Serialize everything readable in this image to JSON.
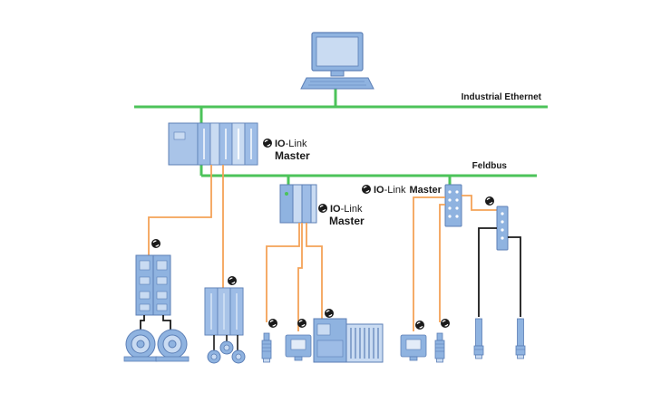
{
  "networks": {
    "ethernet_label": "Industrial Ethernet",
    "fieldbus_label": "Feldbus"
  },
  "io_link": {
    "brand_bold": "IO",
    "brand_rest": "-Link",
    "master_word": "Master"
  },
  "colors": {
    "ethernet_line": "#4cc35a",
    "io_link_cable": "#f4a257",
    "sensor_cable": "#1a1a1a",
    "device_fill": "#8fb3e0",
    "device_stroke": "#5c7fb6",
    "device_light": "#c9dbf2",
    "text": "#1a1a1a"
  },
  "icons": [
    "computer-icon",
    "plc-icon",
    "io-link-logo-icon",
    "motor-starter-icon",
    "motor-icon",
    "drive-icon",
    "sensor-icon",
    "display-sensor-icon",
    "io-module-icon",
    "hub-icon",
    "proximity-sensor-icon"
  ]
}
